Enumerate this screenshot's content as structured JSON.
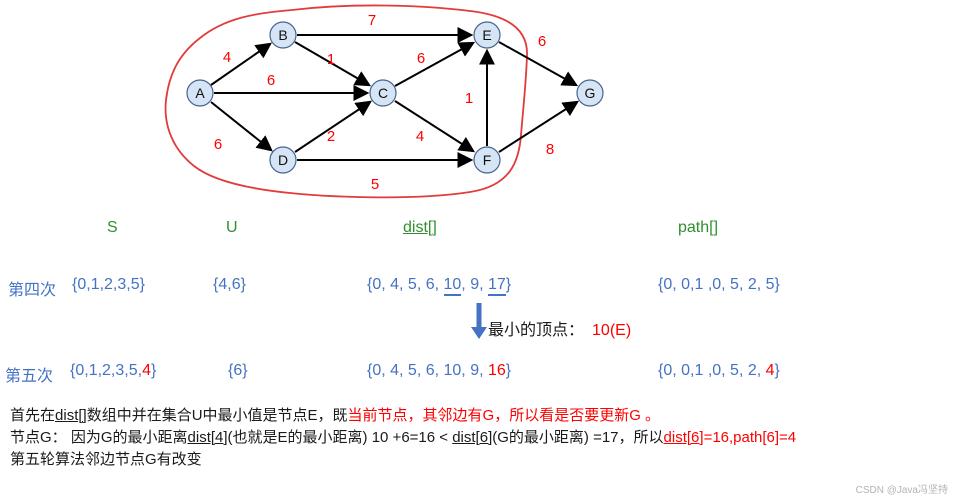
{
  "graph": {
    "nodes": [
      {
        "label": "A"
      },
      {
        "label": "B"
      },
      {
        "label": "C"
      },
      {
        "label": "D"
      },
      {
        "label": "E"
      },
      {
        "label": "F"
      },
      {
        "label": "G"
      }
    ],
    "edges": [
      {
        "from": "A",
        "to": "B",
        "w": "4"
      },
      {
        "from": "B",
        "to": "E",
        "w": "7"
      },
      {
        "from": "B",
        "to": "C",
        "w": "1"
      },
      {
        "from": "A",
        "to": "C",
        "w": "6"
      },
      {
        "from": "C",
        "to": "E",
        "w": "6"
      },
      {
        "from": "E",
        "to": "G",
        "w": "6"
      },
      {
        "from": "A",
        "to": "D",
        "w": "6"
      },
      {
        "from": "D",
        "to": "C",
        "w": "2"
      },
      {
        "from": "C",
        "to": "F",
        "w": "4"
      },
      {
        "from": "F",
        "to": "E",
        "w": "1"
      },
      {
        "from": "D",
        "to": "F",
        "w": "5"
      },
      {
        "from": "F",
        "to": "G",
        "w": "8"
      }
    ]
  },
  "table": {
    "headers": {
      "s": "S",
      "u": "U",
      "dist": "dist[]",
      "path": "path[]"
    },
    "row4": {
      "label": "第四次",
      "s": "{0,1,2,3,5}",
      "u": "{4,6}",
      "dist_p1": "{0, 4, 5, 6, ",
      "dist_u1": "10",
      "dist_p2": ", 9, ",
      "dist_u2": "17",
      "dist_p3": "}",
      "path": "{0, 0,1 ,0, 5, 2, 5}"
    },
    "annotation": {
      "label": "最小的顶点：",
      "value": "10(E)"
    },
    "row5": {
      "label": "第五次",
      "s_p1": "{0,1,2,3,5,",
      "s_red": "4",
      "s_p2": "}",
      "u": "{6}",
      "dist_p1": "{0, 4, 5, 6, 10, 9, ",
      "dist_red": "16",
      "dist_p2": "}",
      "path_p1": "{0, 0,1 ,0, 5, 2, ",
      "path_red": "4",
      "path_p2": "}"
    }
  },
  "notes": {
    "l1_b1": "首先在",
    "l1_u1": "dist[]",
    "l1_b2": "数组中并在集合U中最小值是节点E，既",
    "l1_red": "当前节点，其邻边有G，所以看是否要更新G 。",
    "l2_b1": "节点G：  因为G的最小距离",
    "l2_u1": "dist[4]",
    "l2_b2": "(也就是E的最小距离) 10 +6=16 < ",
    "l2_u2": "dist[6]",
    "l2_b3": "(G的最小距离) =17，所以",
    "l2_red_u": "dist[6]",
    "l2_red": "=16,path[6]=4",
    "l3": "第五轮算法邻边节点G有改变"
  },
  "watermark": "CSDN @Java冯坚持"
}
